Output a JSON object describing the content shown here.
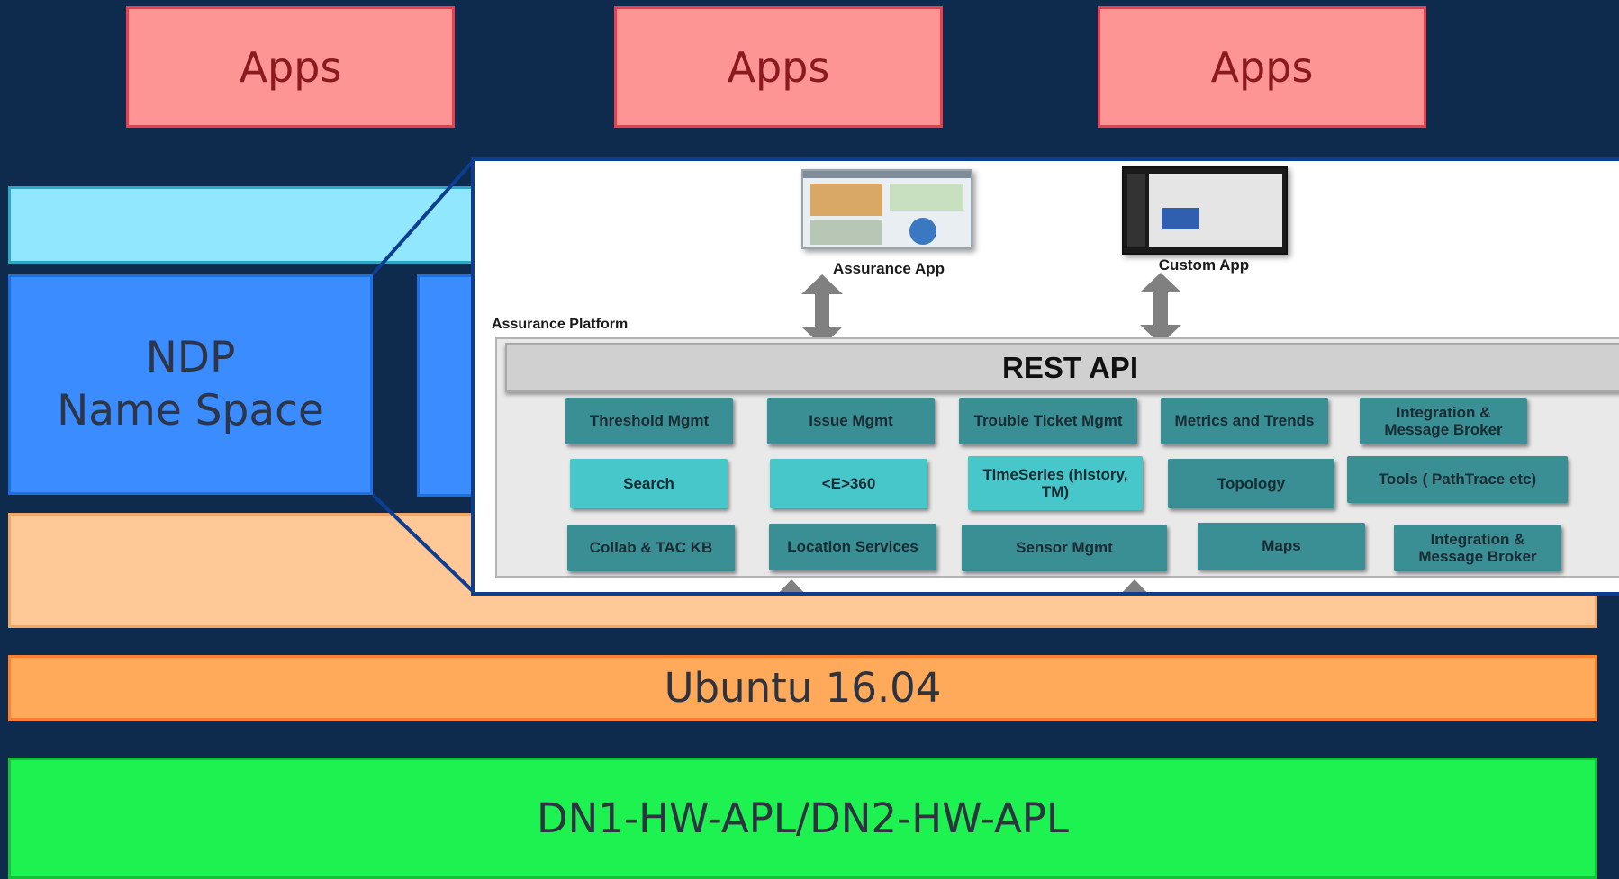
{
  "apps": [
    "Apps",
    "Apps",
    "Apps"
  ],
  "ndp": {
    "line1": "NDP",
    "line2": "Name Space"
  },
  "ubuntu": "Ubuntu 16.04",
  "hardware": "DN1-HW-APL/DN2-HW-APL",
  "colors": {
    "background": "#0e2a4c",
    "apps_fill": "#fe9595",
    "apps_border": "#ea3f4e",
    "top_layer": "#90e7fe",
    "ndp_fill": "#3a8cff",
    "peach_layer": "#ffc896",
    "ubuntu_fill": "#ffaa5a",
    "hardware_fill": "#1ef250",
    "module_dark": "#3a8f95",
    "module_light": "#47c7c9"
  },
  "inset": {
    "assurance_app": "Assurance App",
    "custom_app": "Custom App",
    "platform_label": "Assurance Platform",
    "rest_api": "REST API",
    "row1": [
      "Threshold Mgmt",
      "Issue Mgmt",
      "Trouble Ticket Mgmt",
      "Metrics and Trends",
      "Integration & Message Broker"
    ],
    "row2": [
      "Search",
      "<E>360",
      "TimeSeries (history, TM)",
      "Topology",
      "Tools ( PathTrace etc)"
    ],
    "row3": [
      "Collab & TAC KB",
      "Location Services",
      "Sensor Mgmt",
      "Maps",
      "Integration & Message Broker"
    ]
  }
}
